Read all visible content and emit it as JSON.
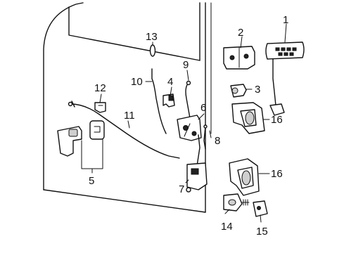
{
  "callouts": {
    "c1": "1",
    "c2": "2",
    "c3": "3",
    "c4": "4",
    "c5": "5",
    "c6": "6",
    "c7": "7",
    "c8": "8",
    "c9": "9",
    "c10": "10",
    "c11": "11",
    "c12": "12",
    "c13": "13",
    "c14": "14",
    "c15": "15",
    "c16a": "16",
    "c16b": "16"
  }
}
